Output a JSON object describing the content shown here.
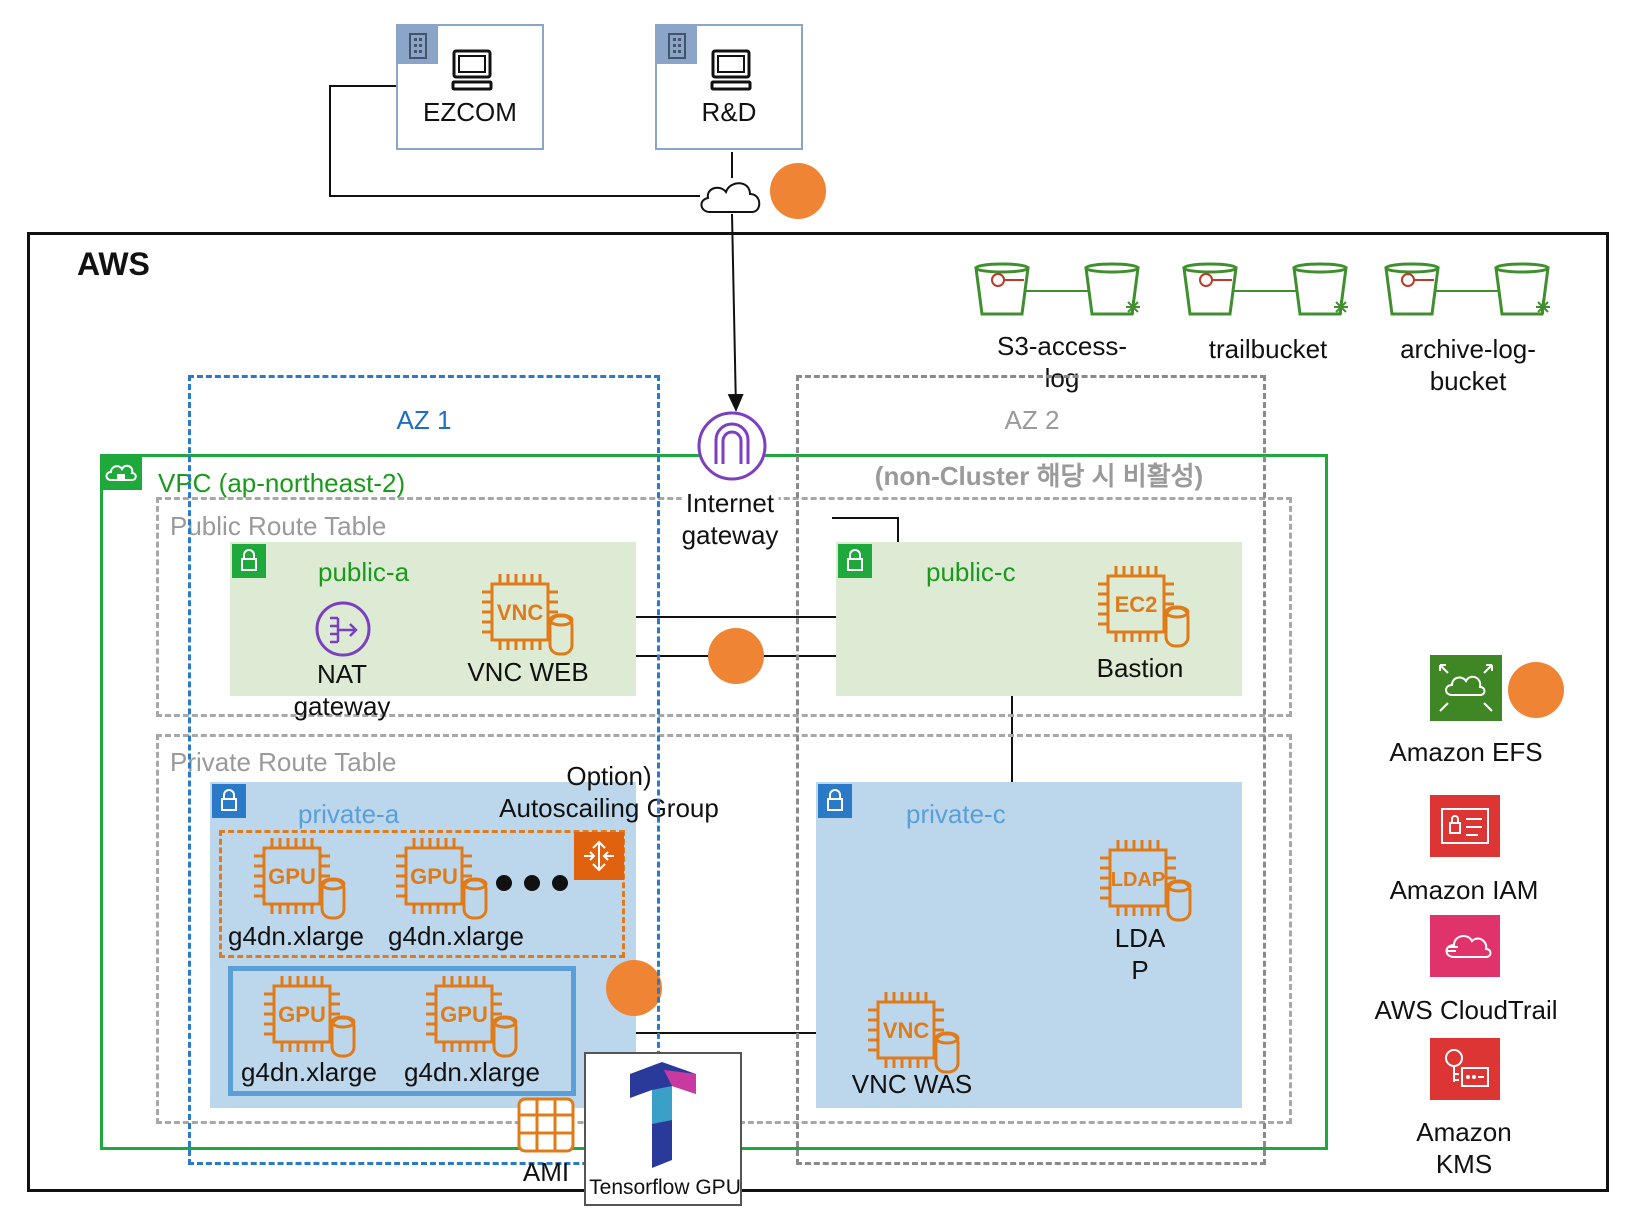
{
  "offices": [
    {
      "name": "EZCOM"
    },
    {
      "name": "R&D"
    }
  ],
  "aws": {
    "title": "AWS"
  },
  "buckets": [
    {
      "label": "S3-access-log",
      "line1": "S3-access-",
      "line2": "log"
    },
    {
      "label": "trailbucket",
      "line1": "trailbucket",
      "line2": ""
    },
    {
      "label": "archive-log-bucket",
      "line1": "archive-log-",
      "line2": "bucket"
    }
  ],
  "az1": {
    "label": "AZ 1"
  },
  "az2": {
    "label": "AZ 2",
    "note": "(non-Cluster 해당 시 비활성)"
  },
  "internet_gateway": {
    "line1": "Internet",
    "line2": "gateway"
  },
  "vpc": {
    "label": "VPC (ap-northeast-2)"
  },
  "public_route_table": {
    "label": "Public Route Table"
  },
  "private_route_table": {
    "label": "Private Route Table"
  },
  "public_a": {
    "label": "public-a",
    "nat": {
      "line1": "NAT",
      "line2": "gateway"
    },
    "vnc_web": {
      "chip": "VNC",
      "label": "VNC WEB"
    }
  },
  "public_c": {
    "label": "public-c",
    "bastion": {
      "chip": "EC2",
      "label": "Bastion"
    }
  },
  "private_a": {
    "label": "private-a",
    "asg": {
      "line1": "Option)",
      "line2": "Autoscailing Group"
    },
    "asg_instances": [
      {
        "chip": "GPU",
        "label": "g4dn.xlarge"
      },
      {
        "chip": "GPU",
        "label": "g4dn.xlarge"
      }
    ],
    "static_instances": [
      {
        "chip": "GPU",
        "label": "g4dn.xlarge"
      },
      {
        "chip": "GPU",
        "label": "g4dn.xlarge"
      }
    ]
  },
  "private_c": {
    "label": "private-c",
    "ldap": {
      "chip": "LDAP",
      "line1": "LDA",
      "line2": "P"
    },
    "vnc_was": {
      "chip": "VNC",
      "label": "VNC WAS"
    }
  },
  "ami": {
    "label": "AMI"
  },
  "tensorflow": {
    "label": "Tensorflow GPU"
  },
  "services": [
    {
      "name": "Amazon EFS",
      "line1": "Amazon EFS",
      "line2": "",
      "color": "#3f8624"
    },
    {
      "name": "Amazon IAM",
      "line1": "Amazon IAM",
      "line2": "",
      "color": "#dd3434"
    },
    {
      "name": "AWS CloudTrail",
      "line1": "AWS CloudTrail",
      "line2": "",
      "color": "#e0336b"
    },
    {
      "name": "Amazon KMS",
      "line1": "Amazon",
      "line2": "KMS",
      "color": "#dd3434"
    }
  ],
  "colors": {
    "orange": "#ef8434",
    "ec2": "#e07b1a",
    "vpc_green": "#1fa83c",
    "az1_blue": "#2a7ac8",
    "public_fill": "#ddebd5",
    "private_fill": "#bcd7ec",
    "s3_green": "#3f8f2f"
  }
}
